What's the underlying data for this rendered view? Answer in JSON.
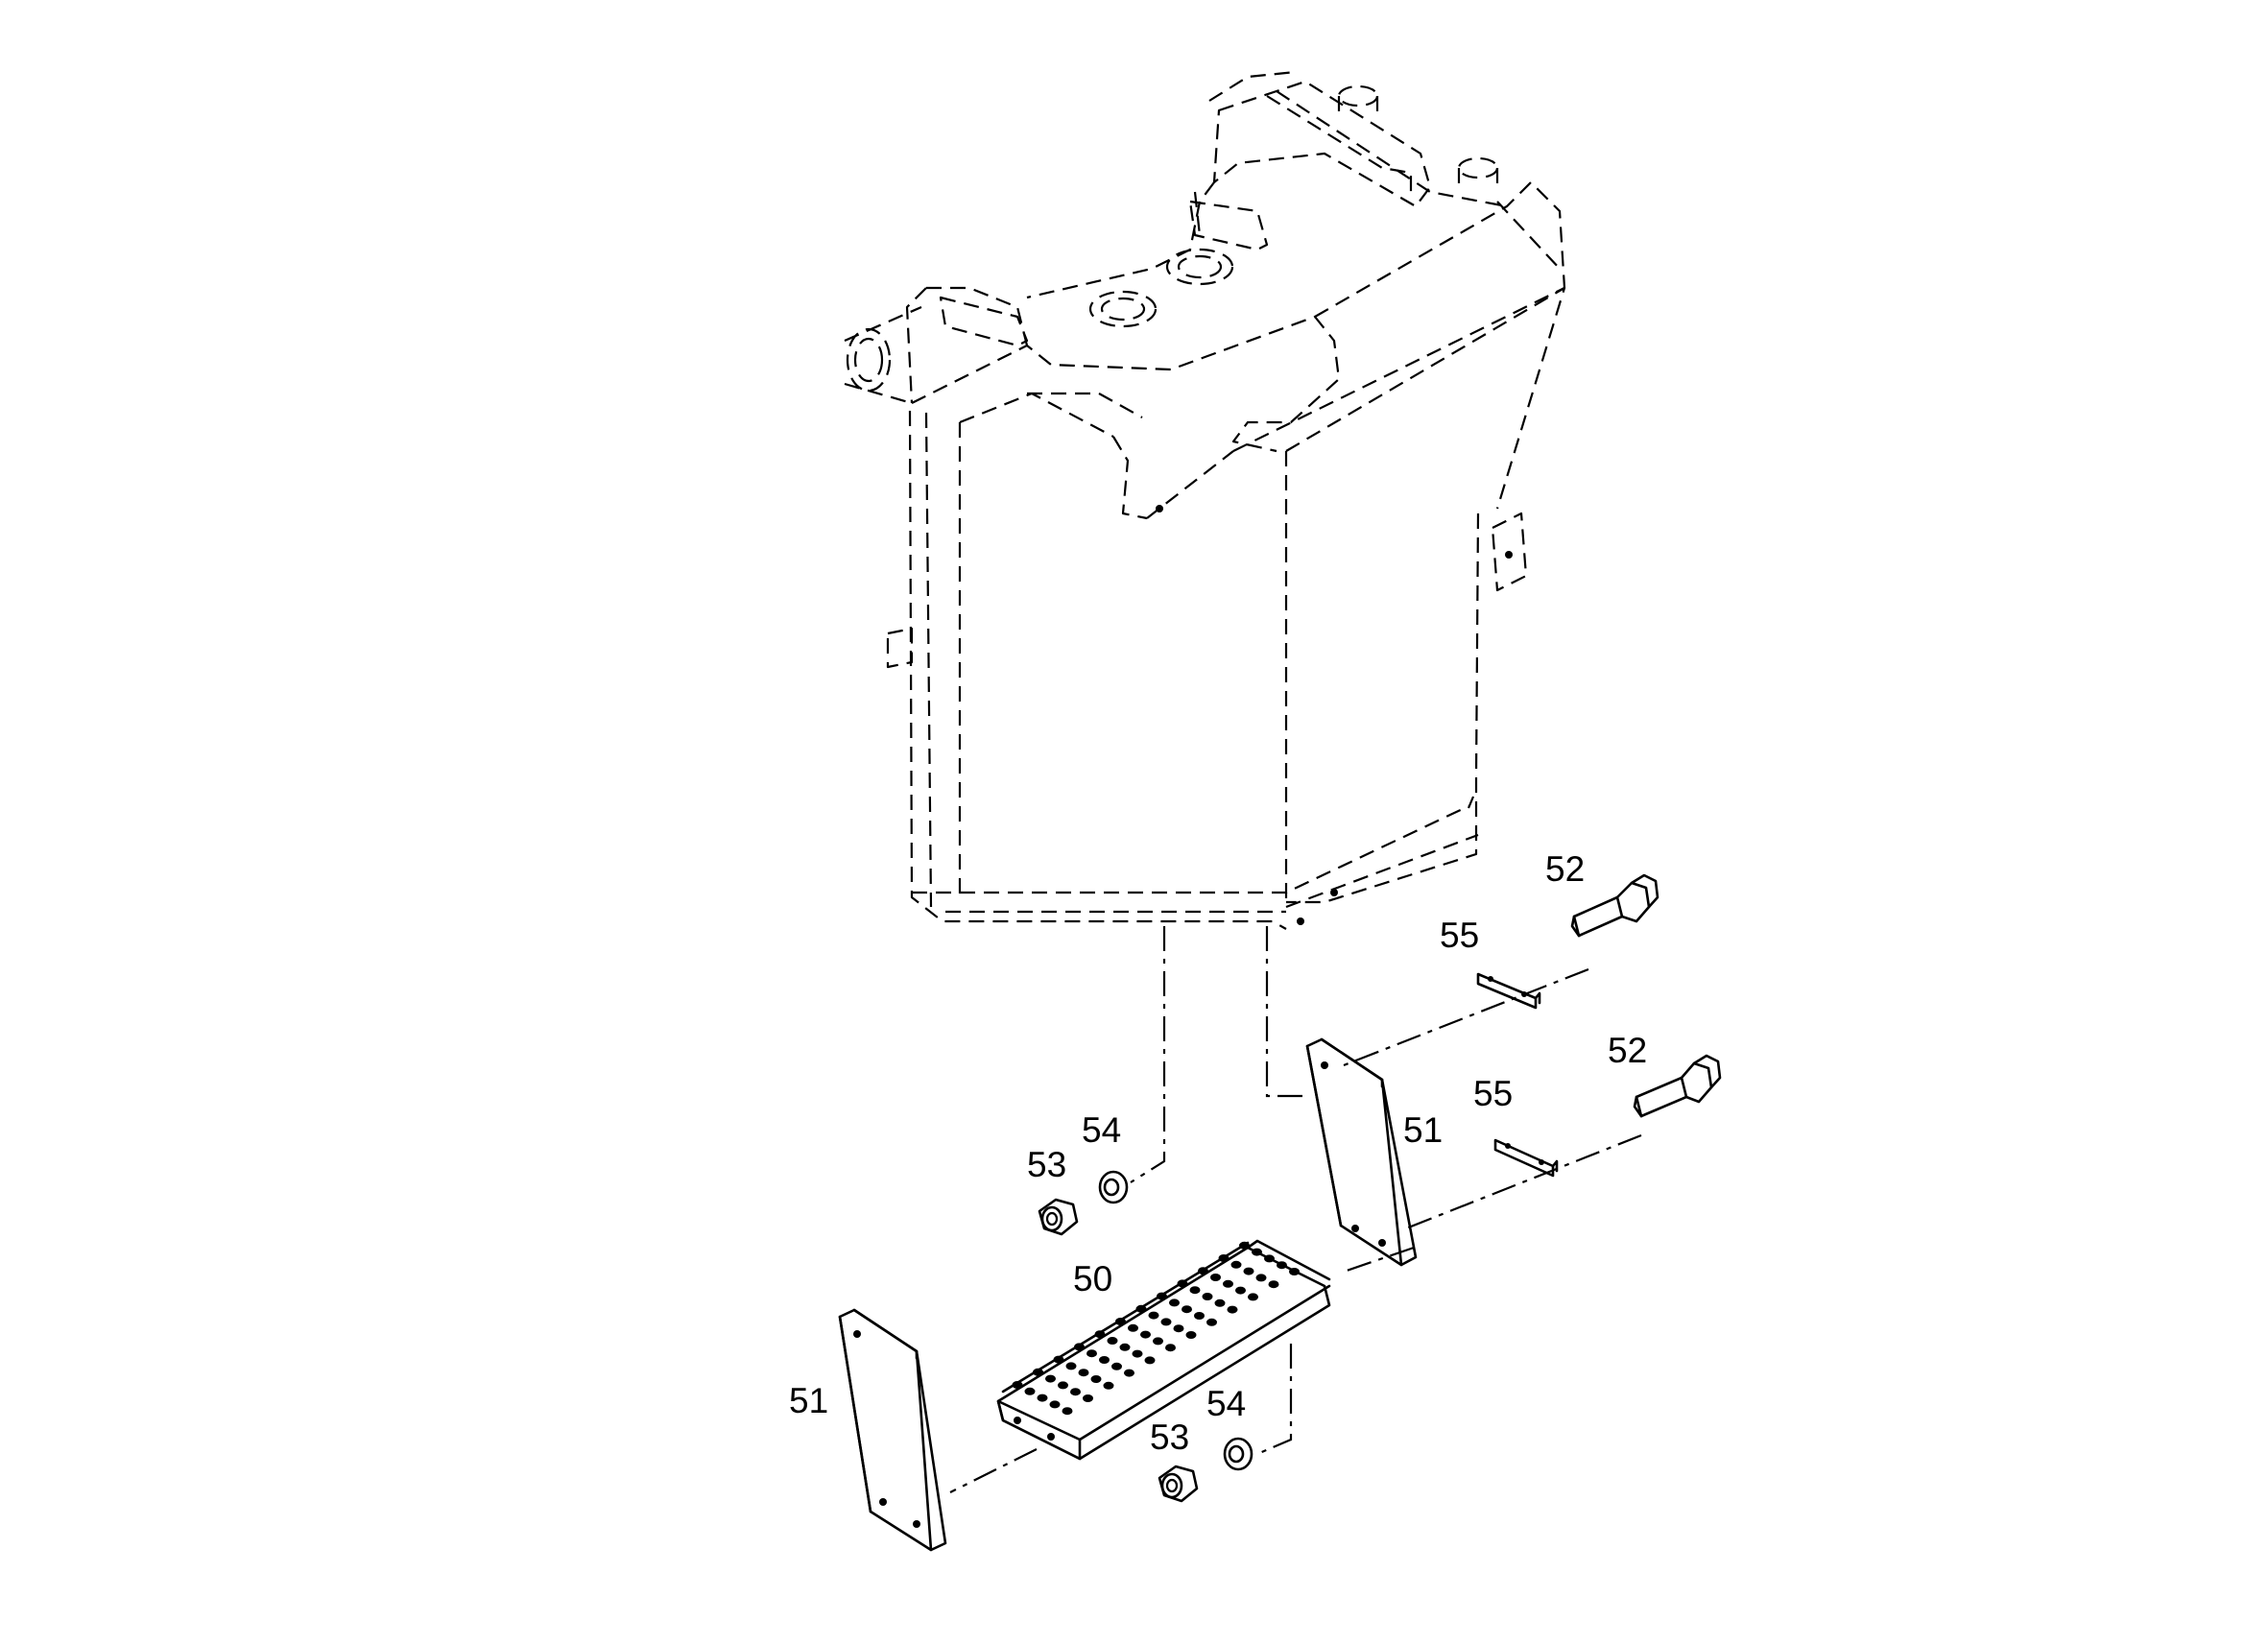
{
  "callouts": {
    "step_plate": "50",
    "bracket_lower_left": "51",
    "bracket_right": "51",
    "bolt_upper": "52",
    "bolt_lower": "52",
    "nut_upper": "53",
    "nut_lower": "53",
    "washer_upper": "54",
    "washer_lower": "54",
    "shim_upper": "55",
    "shim_lower": "55"
  }
}
